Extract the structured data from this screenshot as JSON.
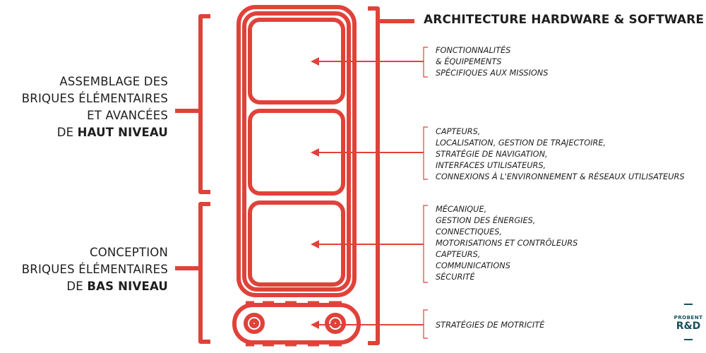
{
  "title": "ARCHITECTURE HARDWARE & SOFTWARE",
  "left_groups": {
    "top": {
      "lines": [
        "ASSEMBLAGE DES",
        "BRIQUES ÉLÉMENTAIRES",
        "ET AVANCÉES"
      ],
      "last_prefix": "DE ",
      "last_bold": "HAUT NIVEAU"
    },
    "bottom": {
      "lines": [
        "CONCEPTION",
        "BRIQUES ÉLÉMENTAIRES"
      ],
      "last_prefix": "DE ",
      "last_bold": "BAS NIVEAU"
    }
  },
  "layers": [
    {
      "lines": [
        "FONCTIONNALITÉS",
        "& ÉQUIPEMENTS",
        "SPÉCIFIQUES AUX MISSIONS"
      ]
    },
    {
      "lines": [
        "CAPTEURS,",
        "LOCALISATION, GESTION DE TRAJECTOIRE,",
        "STRATÉGIE DE NAVIGATION,",
        "INTERFACES UTILISATEURS,",
        "CONNEXIONS À L'ENVIRONNEMENT & RÉSEAUX UTILISATEURS"
      ]
    },
    {
      "lines": [
        "MÉCANIQUE,",
        "GESTION DES ÉNERGIES,",
        "CONNECTIQUES,",
        "MOTORISATIONS ET CONTRÔLEURS",
        "CAPTEURS,",
        "COMMUNICATIONS",
        "SÉCURITÉ"
      ]
    },
    {
      "lines": [
        "STRATÉGIES DE MOTRICITÉ"
      ]
    }
  ],
  "logo": {
    "top": "PROBENT",
    "bottom": "R&D"
  },
  "colors": {
    "accent": "#e0423a",
    "text": "#1e1e1e",
    "logo": "#17505e"
  }
}
